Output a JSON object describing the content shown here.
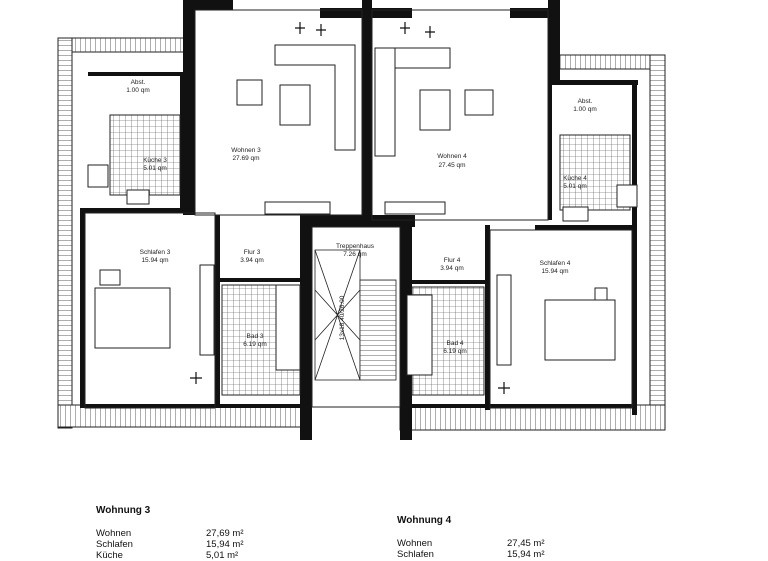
{
  "rooms": {
    "abst_3": {
      "name": "Abst.",
      "area": "1.00 qm"
    },
    "kueche_3": {
      "name": "Küche 3",
      "area": "5.01 qm"
    },
    "wohnen_3": {
      "name": "Wohnen 3",
      "area": "27.69 qm"
    },
    "wohnen_4": {
      "name": "Wohnen 4",
      "area": "27.45 qm"
    },
    "abst_4": {
      "name": "Abst.",
      "area": "1.00 qm"
    },
    "kueche_4": {
      "name": "Küche 4",
      "area": "5.01 qm"
    },
    "schlafen_3": {
      "name": "Schlafen 3",
      "area": "15.94 qm"
    },
    "flur_3": {
      "name": "Flur 3",
      "area": "3.94 qm"
    },
    "treppenhaus": {
      "name": "Treppenhaus",
      "area": "7.26 qm"
    },
    "stair": {
      "label": "13x18.40/26.00"
    },
    "flur_4": {
      "name": "Flur 4",
      "area": "3.94 qm"
    },
    "schlafen_4": {
      "name": "Schlafen 4",
      "area": "15.94 qm"
    },
    "bad_3": {
      "name": "Bad 3",
      "area": "6.19 qm"
    },
    "bad_4": {
      "name": "Bad 4",
      "area": "6.19 qm"
    }
  },
  "table_3": {
    "title": "Wohnung 3",
    "rows": [
      {
        "name": "Wohnen",
        "value": "27,69 m²"
      },
      {
        "name": "Schlafen",
        "value": "15,94 m²"
      },
      {
        "name": "Küche",
        "value": "5,01 m²"
      }
    ]
  },
  "table_4": {
    "title": "Wohnung 4",
    "rows": [
      {
        "name": "Wohnen",
        "value": "27,45 m²"
      },
      {
        "name": "Schlafen",
        "value": "15,94 m²"
      }
    ]
  }
}
